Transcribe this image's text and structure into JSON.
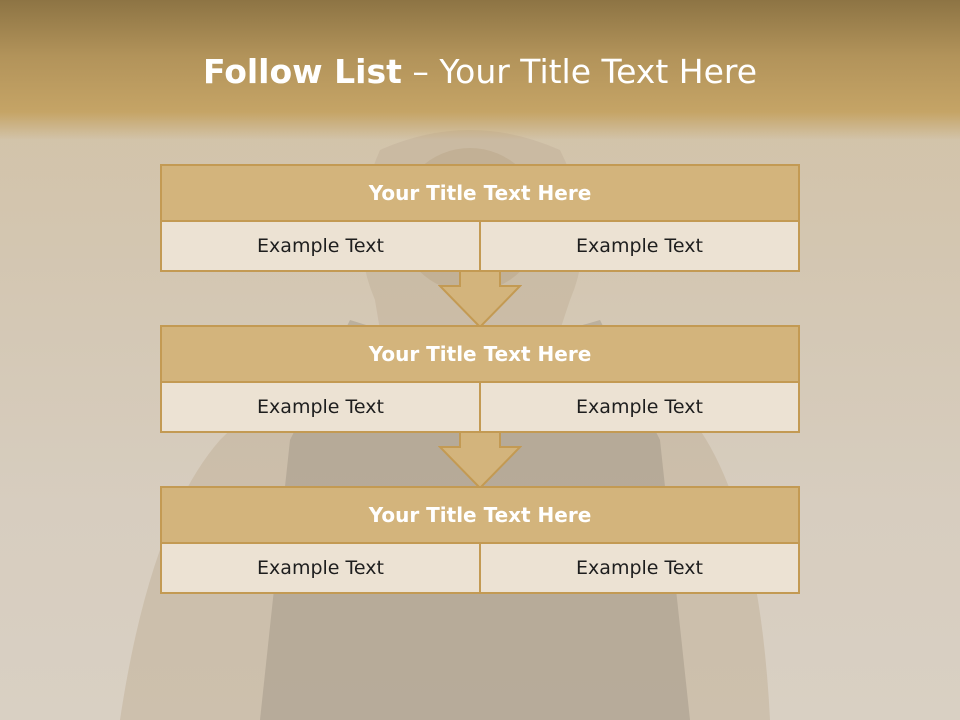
{
  "slide": {
    "title_bold": "Follow List",
    "title_rest": " – Your Title Text Here"
  },
  "blocks": [
    {
      "title": "Your Title Text Here",
      "left": "Example Text",
      "right": "Example Text"
    },
    {
      "title": "Your Title Text Here",
      "left": "Example Text",
      "right": "Example Text"
    },
    {
      "title": "Your Title Text Here",
      "left": "Example Text",
      "right": "Example Text"
    }
  ],
  "colors": {
    "header_band": "#b2935a",
    "block_head": "#d3b47c",
    "block_border": "#c39a53",
    "cell_bg": "#ece2d3",
    "arrow_fill": "#d3b47c"
  },
  "icons": [
    "down-arrow-icon",
    "down-arrow-icon"
  ]
}
